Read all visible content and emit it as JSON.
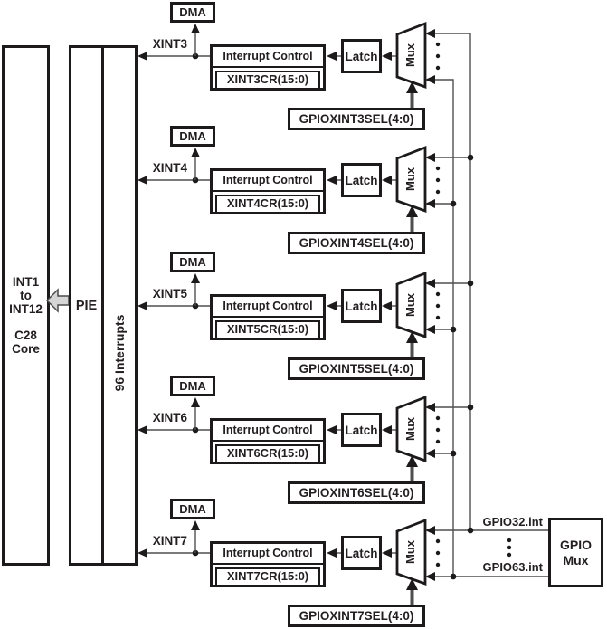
{
  "core": {
    "int_lines": [
      "INT1",
      "to",
      "INT12"
    ],
    "name_lines": [
      "C28",
      "Core"
    ]
  },
  "pie": {
    "label": "PIE"
  },
  "interrupts": {
    "label": "96 Interrupts"
  },
  "gpio_mux": {
    "lines": [
      "GPIO",
      "Mux"
    ]
  },
  "gpio_signals": {
    "top": "GPIO32.int",
    "bottom": "GPIO63.int"
  },
  "rows": [
    {
      "xint": "XINT3",
      "dma": "DMA",
      "ic_title": "Interrupt Control",
      "cr": "XINT3CR(15:0)",
      "latch": "Latch",
      "mux": "Mux",
      "sel": "GPIOXINT3SEL(4:0)"
    },
    {
      "xint": "XINT4",
      "dma": "DMA",
      "ic_title": "Interrupt Control",
      "cr": "XINT4CR(15:0)",
      "latch": "Latch",
      "mux": "Mux",
      "sel": "GPIOXINT4SEL(4:0)"
    },
    {
      "xint": "XINT5",
      "dma": "DMA",
      "ic_title": "Interrupt Control",
      "cr": "XINT5CR(15:0)",
      "latch": "Latch",
      "mux": "Mux",
      "sel": "GPIOXINT5SEL(4:0)"
    },
    {
      "xint": "XINT6",
      "dma": "DMA",
      "ic_title": "Interrupt Control",
      "cr": "XINT6CR(15:0)",
      "latch": "Latch",
      "mux": "Mux",
      "sel": "GPIOXINT6SEL(4:0)"
    },
    {
      "xint": "XINT7",
      "dma": "DMA",
      "ic_title": "Interrupt Control",
      "cr": "XINT7CR(15:0)",
      "latch": "Latch",
      "mux": "Mux",
      "sel": "GPIOXINT7SEL(4:0)"
    }
  ],
  "colors": {
    "ink": "#1c1a1a",
    "wire": "#4f4f4f",
    "text": "#231f20",
    "arrow_fill": "#d6d6d6",
    "arrow_stroke": "#4c4c4c",
    "background": "#ffffff"
  }
}
